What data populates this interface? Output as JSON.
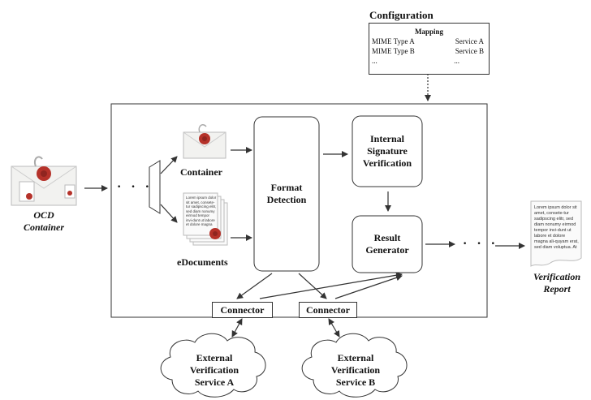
{
  "configuration": {
    "title": "Configuration",
    "mapping_header": "Mapping",
    "rows": [
      {
        "left": "MIME Type A",
        "right": "Service A"
      },
      {
        "left": "MIME Type B",
        "right": "Service B"
      },
      {
        "left": "...",
        "right": "..."
      }
    ]
  },
  "nodes": {
    "ocd_container": "OCD\nContainer",
    "container": "Container",
    "edocuments": "eDocuments",
    "format_detection": "Format\nDetection",
    "internal_sig": "Internal\nSignature\nVerification",
    "result_generator": "Result\nGenerator",
    "verification_report": "Verification\nReport",
    "connector_a": "Connector",
    "connector_b": "Connector",
    "external_a": "External\nVerification\nService A",
    "external_b": "External\nVerification\nService B"
  },
  "ellipsis": {
    "left": "· · ·",
    "right": "· · ·"
  },
  "report_body": "Lorem ipsum dolor sit amet, consete-tur sadipscing elitr, sed diam nonumy eirmod tempor invi-dunt ut labore et dolore magna ali-quyam erat, sed diam voluptua. At",
  "edoc_body": "Lorem ipsum dolor sit amet, consete-tur sadipscing elitr, sed diam nonumy eirmod tempor invi-dunt ut labore et dolore magna",
  "colors": {
    "line": "#333333",
    "seal": "#b5322a",
    "envelope": "#f2f2f0",
    "paper": "#fafafa"
  }
}
